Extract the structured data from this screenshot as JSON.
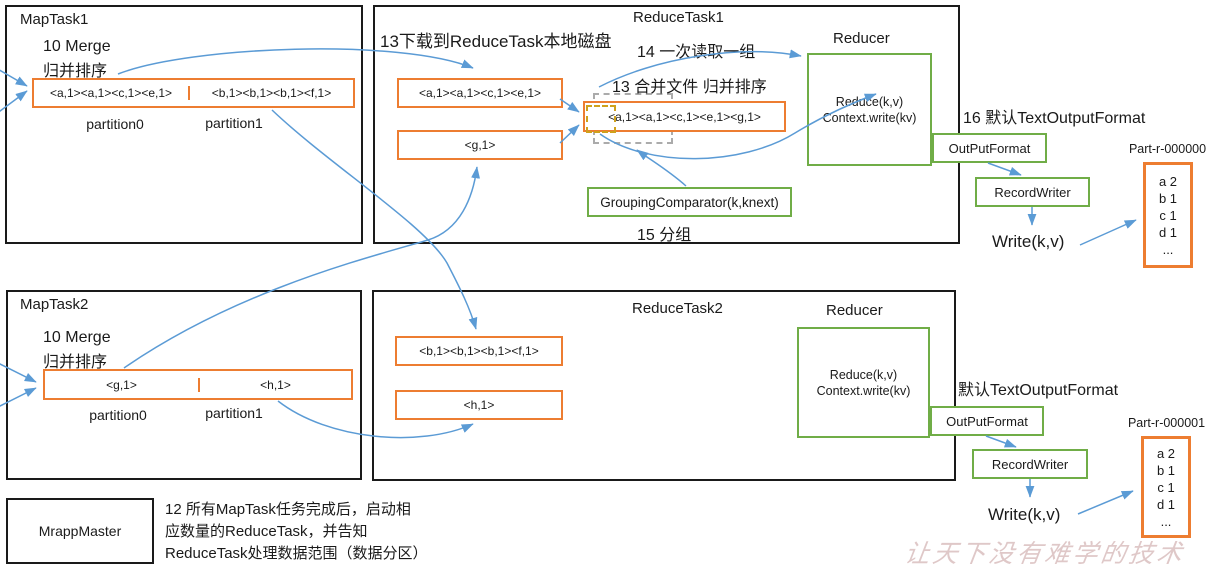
{
  "colors": {
    "box_border": "#1a1a1a",
    "orange": "#ED7D31",
    "green": "#70AD47",
    "arrow_blue": "#5B9BD5",
    "watermark_pink": "#caa4a4"
  },
  "maptask1": {
    "title": "MapTask1",
    "merge_line1": "10 Merge",
    "merge_line2": "归并排序",
    "partitions": [
      {
        "data": "<a,1><a,1><c,1><e,1>",
        "label": "partition0"
      },
      {
        "data": "<b,1><b,1><b,1><f,1>",
        "label": "partition1"
      }
    ]
  },
  "maptask2": {
    "title": "MapTask2",
    "merge_line1": "10 Merge",
    "merge_line2": "归并排序",
    "partitions": [
      {
        "data": "<g,1>",
        "label": "partition0"
      },
      {
        "data": "<h,1>",
        "label": "partition1"
      }
    ]
  },
  "reducetask1": {
    "title": "ReduceTask1",
    "download_label": "13下载到ReduceTask本地磁盘",
    "read_group_label": "14 一次读取一组",
    "merge_sort_label": "13 合并文件 归并排序",
    "group_label": "15 分组",
    "spill1": "<a,1><a,1><c,1><e,1>",
    "spill2": "<g,1>",
    "merged": "<a,1><a,1><c,1><e,1><g,1>",
    "grouping_comparator": "GroupingComparator(k,knext)",
    "reducer_title": "Reducer",
    "reducer_line1": "Reduce(k,v)",
    "reducer_line2": "Context.write(kv)",
    "output_format_label": "16 默认TextOutputFormat",
    "output_format": "OutPutFormat",
    "record_writer": "RecordWriter",
    "write_label": "Write(k,v)",
    "part_file": {
      "name": "Part-r-000000",
      "rows": [
        "a 2",
        "b 1",
        "c 1",
        "d 1",
        "..."
      ]
    }
  },
  "reducetask2": {
    "title": "ReduceTask2",
    "spill1": "<b,1><b,1><b,1><f,1>",
    "spill2": "<h,1>",
    "reducer_title": "Reducer",
    "reducer_line1": "Reduce(k,v)",
    "reducer_line2": "Context.write(kv)",
    "output_format_label": "默认TextOutputFormat",
    "output_format": "OutPutFormat",
    "record_writer": "RecordWriter",
    "write_label": "Write(k,v)",
    "part_file": {
      "name": "Part-r-000001",
      "rows": [
        "a 2",
        "b 1",
        "c 1",
        "d 1",
        "..."
      ]
    }
  },
  "mrappmaster": {
    "title": "MrappMaster",
    "note_line1": "12 所有MapTask任务完成后，启动相",
    "note_line2": "应数量的ReduceTask，并告知",
    "note_line3": "ReduceTask处理数据范围（数据分区）"
  },
  "watermark": "让天下没有难学的技术"
}
